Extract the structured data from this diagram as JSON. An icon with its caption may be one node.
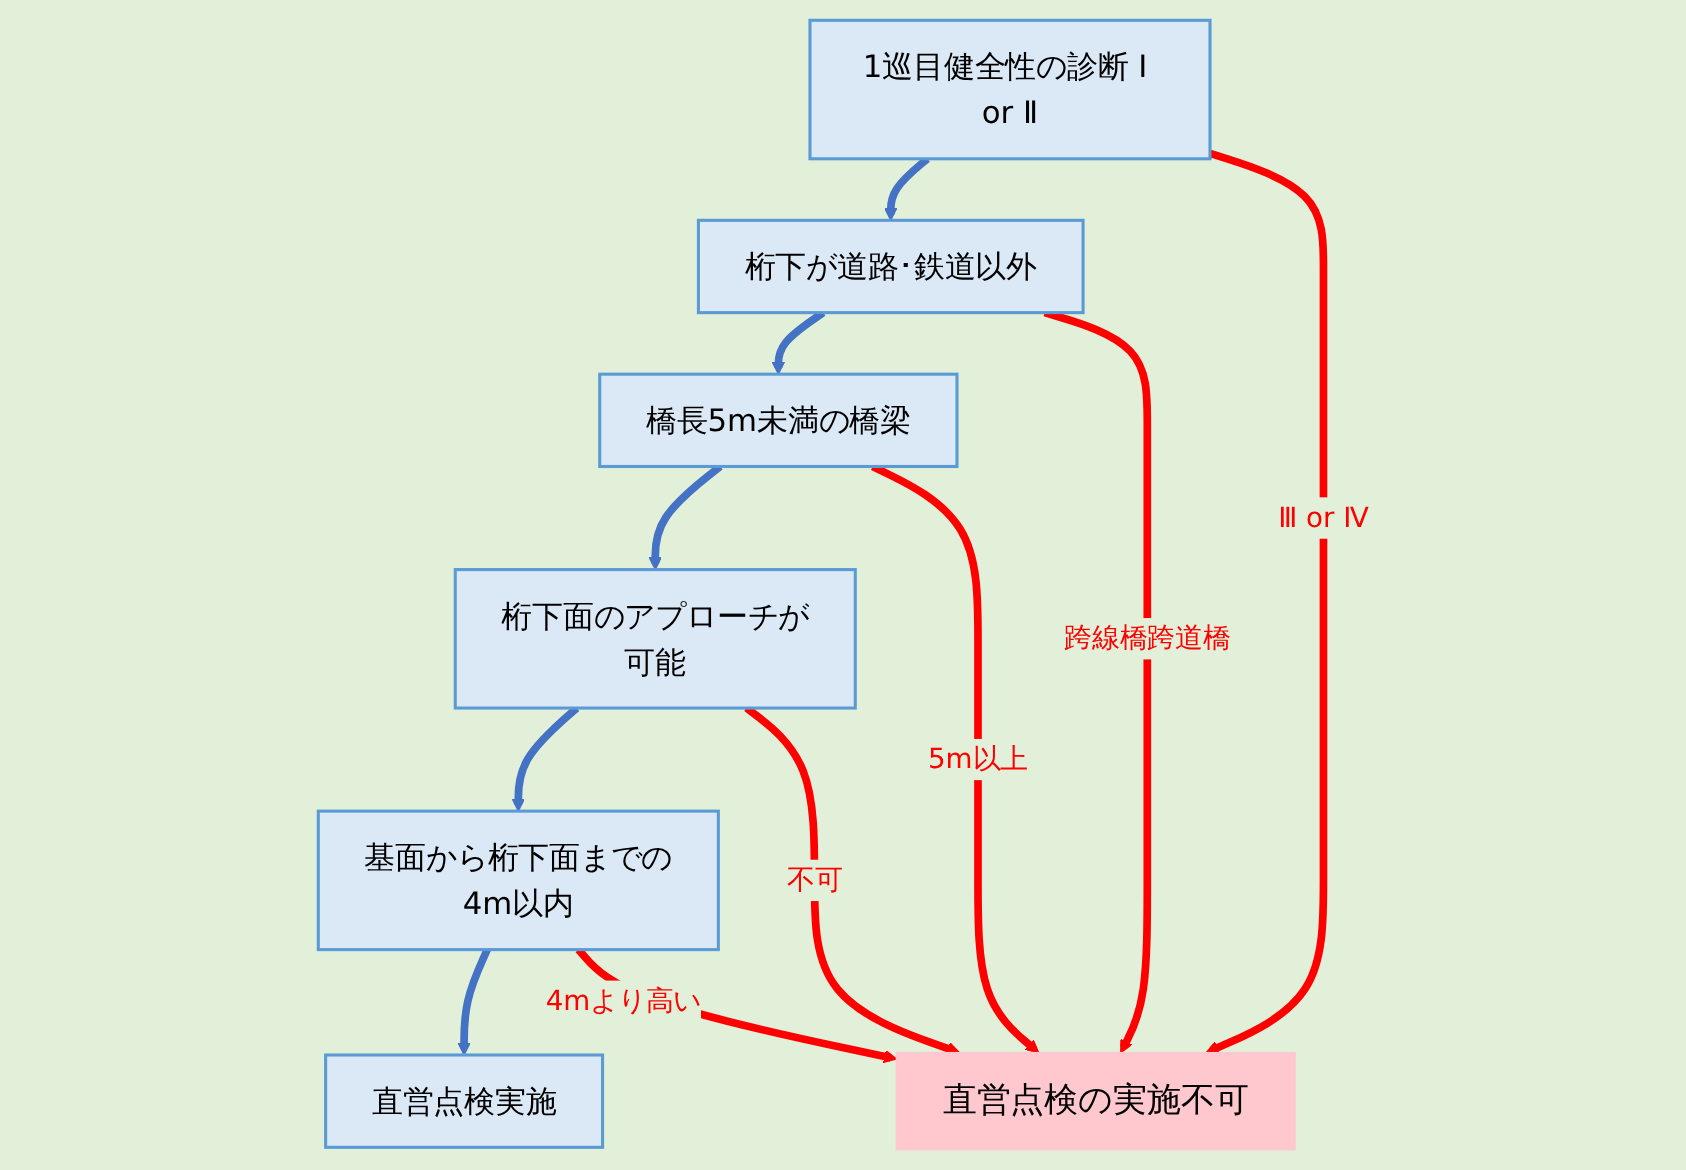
{
  "diagram": {
    "nodes": [
      {
        "text": [
          "1巡目健全性の診断 Ⅰ or Ⅱ"
        ]
      },
      {
        "text": [
          "桁下が道路･鉄道以外"
        ]
      },
      {
        "text": [
          "橋長5m未満の橋梁"
        ]
      },
      {
        "text": [
          "桁下面のアプローチが可能"
        ]
      },
      {
        "text": [
          "基面から桁下面までの4m以内"
        ]
      },
      {
        "text": [
          "直営点検実施"
        ]
      },
      {
        "text": [
          "直営点検の実施不可"
        ]
      }
    ],
    "edges": [
      {
        "from": 0,
        "to": 1,
        "arrow": "to",
        "color": "#4472c4"
      },
      {
        "from": 1,
        "to": 2,
        "arrow": "to",
        "color": "#4472c4"
      },
      {
        "from": 2,
        "to": 3,
        "arrow": "to",
        "color": "#4472c4"
      },
      {
        "from": 3,
        "to": 4,
        "arrow": "to",
        "color": "#4472c4"
      },
      {
        "from": 4,
        "to": 5,
        "arrow": "to",
        "color": "#4472c4"
      },
      {
        "from": 0,
        "to": 6,
        "arrow": "to",
        "label": "Ⅲ or Ⅳ",
        "color": "#ff0000"
      },
      {
        "from": 1,
        "to": 6,
        "arrow": "to",
        "label": "跨線橋跨道橋",
        "color": "#ff0000"
      },
      {
        "from": 2,
        "to": 6,
        "arrow": "to",
        "label": "5m以上",
        "color": "#ff0000"
      },
      {
        "from": 3,
        "to": 6,
        "arrow": "to",
        "label": "不可",
        "color": "#ff0000"
      },
      {
        "from": 4,
        "to": 6,
        "arrow": "to",
        "label": "4mより高い",
        "color": "#ff0000"
      }
    ]
  }
}
